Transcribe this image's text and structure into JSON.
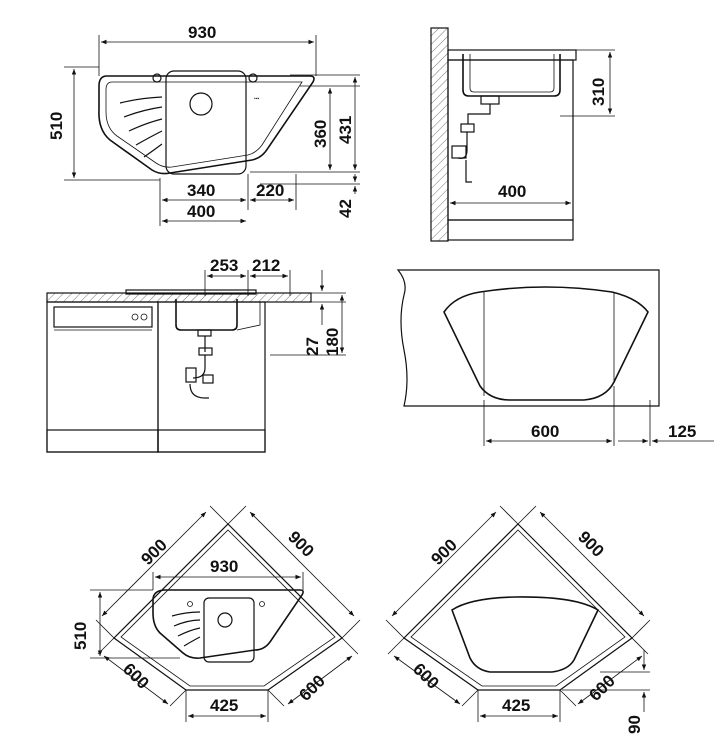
{
  "dimensions": {
    "top_left": {
      "width_930": "930",
      "height_510": "510",
      "depth_360": "360",
      "depth_431": "431",
      "bowl_340": "340",
      "offset_220": "220",
      "cabinet_400": "400",
      "edge_42": "42"
    },
    "top_right": {
      "bowl_depth_310": "310",
      "cabinet_400": "400"
    },
    "middle_left": {
      "w_253": "253",
      "w_212": "212",
      "h_27": "27",
      "h_180": "180"
    },
    "middle_right": {
      "w_600": "600",
      "w_125": "125"
    },
    "bottom_left": {
      "side_900_left": "900",
      "side_900_right": "900",
      "width_930": "930",
      "height_510": "510",
      "side_600_left": "600",
      "side_600_right": "600",
      "front_425": "425"
    },
    "bottom_right": {
      "side_900_left": "900",
      "side_900_right": "900",
      "side_600_left": "600",
      "side_600_right": "600",
      "front_425": "425",
      "offset_90": "90"
    }
  },
  "colors": {
    "line": "#111111",
    "hatch": "#999999",
    "background": "#ffffff"
  }
}
